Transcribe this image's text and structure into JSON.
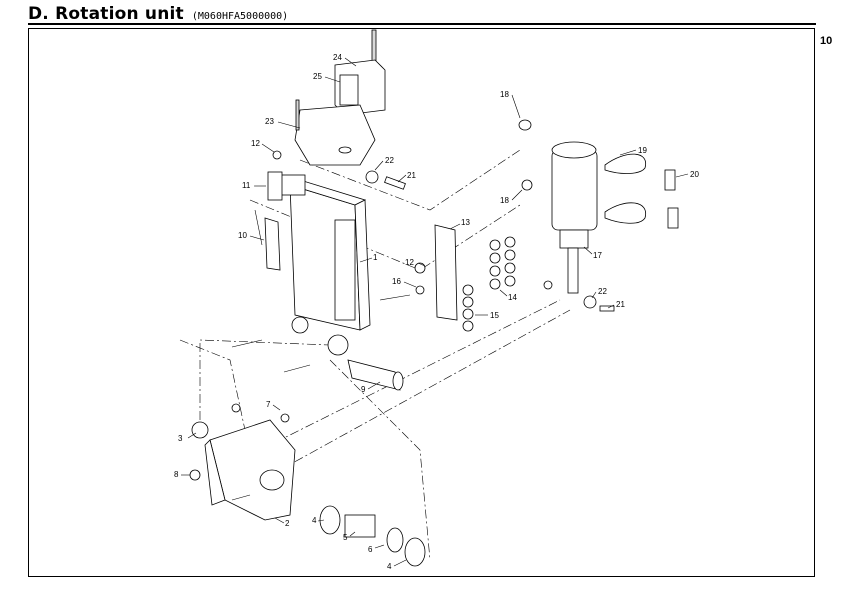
{
  "header": {
    "title": "D. Rotation unit",
    "code": "(M060HFA5000000)"
  },
  "page_number": "10",
  "callouts": [
    "1",
    "2",
    "3",
    "4",
    "4",
    "5",
    "6",
    "7",
    "8",
    "9",
    "10",
    "11",
    "12",
    "12",
    "13",
    "14",
    "15",
    "16",
    "17",
    "18",
    "18",
    "19",
    "20",
    "21",
    "21",
    "22",
    "22",
    "23",
    "24",
    "25"
  ]
}
